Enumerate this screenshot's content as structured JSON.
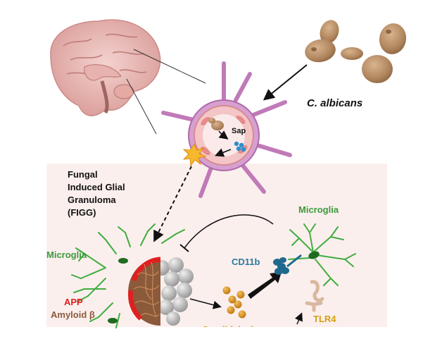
{
  "labels": {
    "organism": "C. albicans",
    "sap": "Sap",
    "figg_title": [
      "Fungal",
      "Induced Glial",
      "Granuloma",
      "(FIGG)"
    ],
    "microglia_left": "Microglia",
    "microglia_right": "Microglia",
    "cd11b": "CD11b",
    "app": "APP",
    "amyloid": "Amyloid β",
    "tlr4": "TLR4",
    "candidalysin_partial": "Candidalysin"
  },
  "colors": {
    "microglia_green": "#3a9a3a",
    "app_red": "#e02020",
    "amyloid_brown": "#8a5a3a",
    "cd11b_blue": "#2a7aa0",
    "tlr4_yellow": "#d4a010",
    "panel_bg": "#fbefed",
    "vessel_purple": "#c07ab8",
    "fungus_tan": "#b58a62"
  },
  "icons": [
    "brain-icon",
    "yeast-cells-icon",
    "blood-vessel-icon",
    "granuloma-icon",
    "microglia-cell-icon",
    "cd11b-receptor-icon",
    "tlr4-receptor-icon",
    "candidalysin-molecules-icon",
    "starburst-icon"
  ]
}
